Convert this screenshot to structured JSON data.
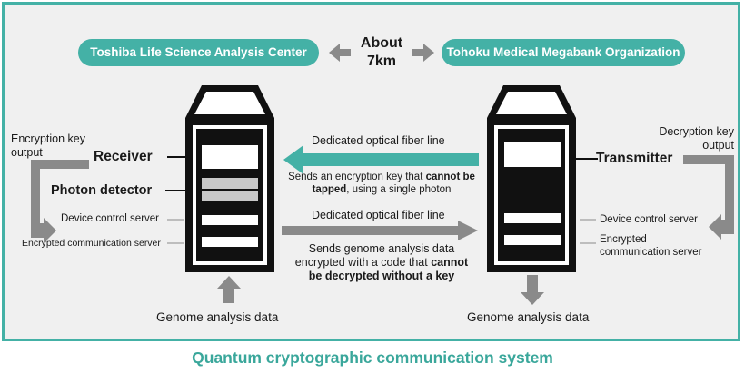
{
  "header": {
    "left_org": "Toshiba Life Science Analysis Center",
    "right_org": "Tohoku Medical Megabank Organization",
    "distance_line1": "About",
    "distance_line2": "7km"
  },
  "receiver_side": {
    "key_output_line1": "Encryption key",
    "key_output_line2": "output",
    "receiver_label": "Receiver",
    "photon_detector_label": "Photon detector",
    "device_control_server": "Device control server",
    "encrypted_comm_server": "Encrypted communication server",
    "genome_input": "Genome analysis data"
  },
  "transmitter_side": {
    "key_output_line1": "Decryption key",
    "key_output_line2": "output",
    "transmitter_label": "Transmitter",
    "device_control_server": "Device control server",
    "encrypted_comm_line1": "Encrypted",
    "encrypted_comm_line2": "communication server",
    "genome_output": "Genome analysis data"
  },
  "links": {
    "top_fiber": "Dedicated optical fiber line",
    "top_desc_a": "Sends an encryption key that ",
    "top_desc_b": "cannot be",
    "top_desc_c": "tapped",
    "top_desc_d": ", using a single photon",
    "bottom_fiber": "Dedicated optical fiber line",
    "bottom_desc_line1": "Sends genome analysis data",
    "bottom_desc_line2a": "encrypted with a code that ",
    "bottom_desc_line2b": "cannot",
    "bottom_desc_line3": "be decrypted without a key"
  },
  "caption": "Quantum cryptographic communication system",
  "colors": {
    "teal": "#44b1a6",
    "gray_arrow": "#8a8a8a",
    "device_black": "#111111",
    "panel_bg": "#f0f0f0"
  }
}
